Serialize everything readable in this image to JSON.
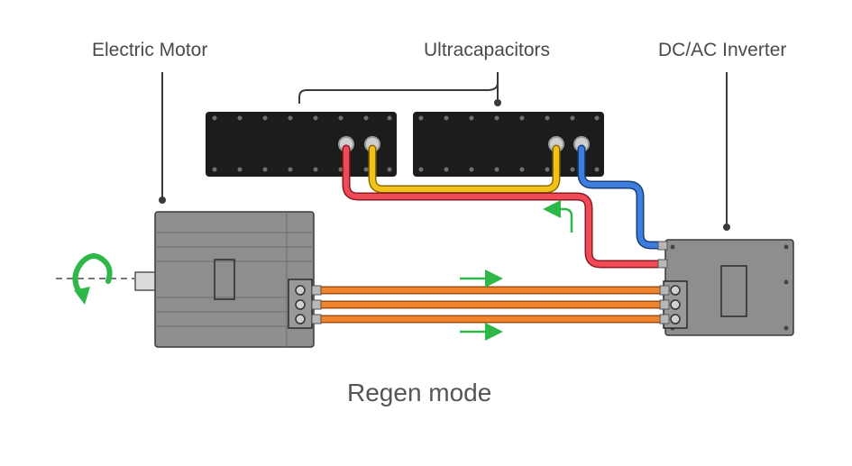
{
  "labels": {
    "motor": "Electric Motor",
    "ultracapacitors": "Ultracapacitors",
    "inverter": "DC/AC Inverter",
    "mode": "Regen mode"
  },
  "colors": {
    "positive_cable": "#ef4a55",
    "negative_cable": "#3d7ddc",
    "link_cable": "#f2c21b",
    "phase_cable": "#f2842c",
    "flow_arrow": "#2fb84a",
    "rotation_arrow": "#2fb84a",
    "capacitor_body": "#1c1c1c",
    "device_body": "#8e8e8e"
  },
  "icons": {
    "rotation": "rotation-arrow-icon",
    "flow": "flow-arrow-icon"
  }
}
